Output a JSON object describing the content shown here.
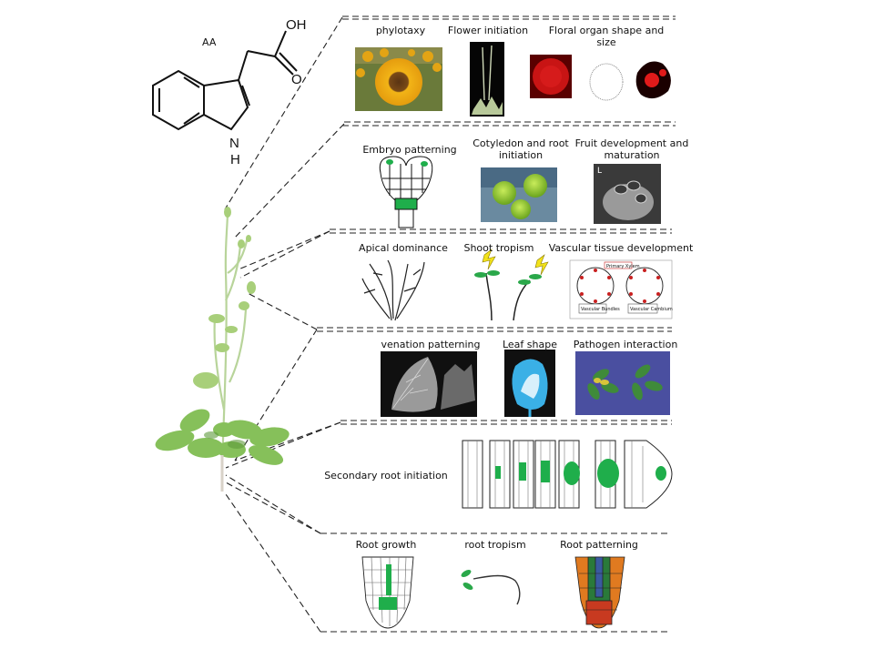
{
  "molecule": {
    "name": "AA",
    "atom_o1": "OH",
    "atom_o2": "O",
    "atom_n": "N",
    "atom_h": "H"
  },
  "panels": [
    {
      "id": "flowering",
      "labels": [
        "phylotaxy",
        "Flower initiation",
        "Floral organ shape and size"
      ]
    },
    {
      "id": "embryo",
      "labels": [
        "Embryo patterning",
        "Cotyledon and root initiation",
        "Fruit development and maturation"
      ]
    },
    {
      "id": "shoot",
      "labels": [
        "Apical dominance",
        "Shoot tropism",
        "Vascular tissue development"
      ],
      "vascular_tags": [
        "Primary Xylem",
        "Vascular Bundles",
        "Vascular Cambium"
      ]
    },
    {
      "id": "leaf",
      "labels": [
        "venation patterning",
        "Leaf shape",
        "Pathogen interaction"
      ]
    },
    {
      "id": "lateral-root",
      "labels": [
        "Secondary root initiation"
      ]
    },
    {
      "id": "root",
      "labels": [
        "Root growth",
        "root tropism",
        "Root patterning"
      ]
    }
  ],
  "colors": {
    "auxin_green": "#1fae4b",
    "leaf_green": "#8cc56a",
    "line": "#222222"
  }
}
